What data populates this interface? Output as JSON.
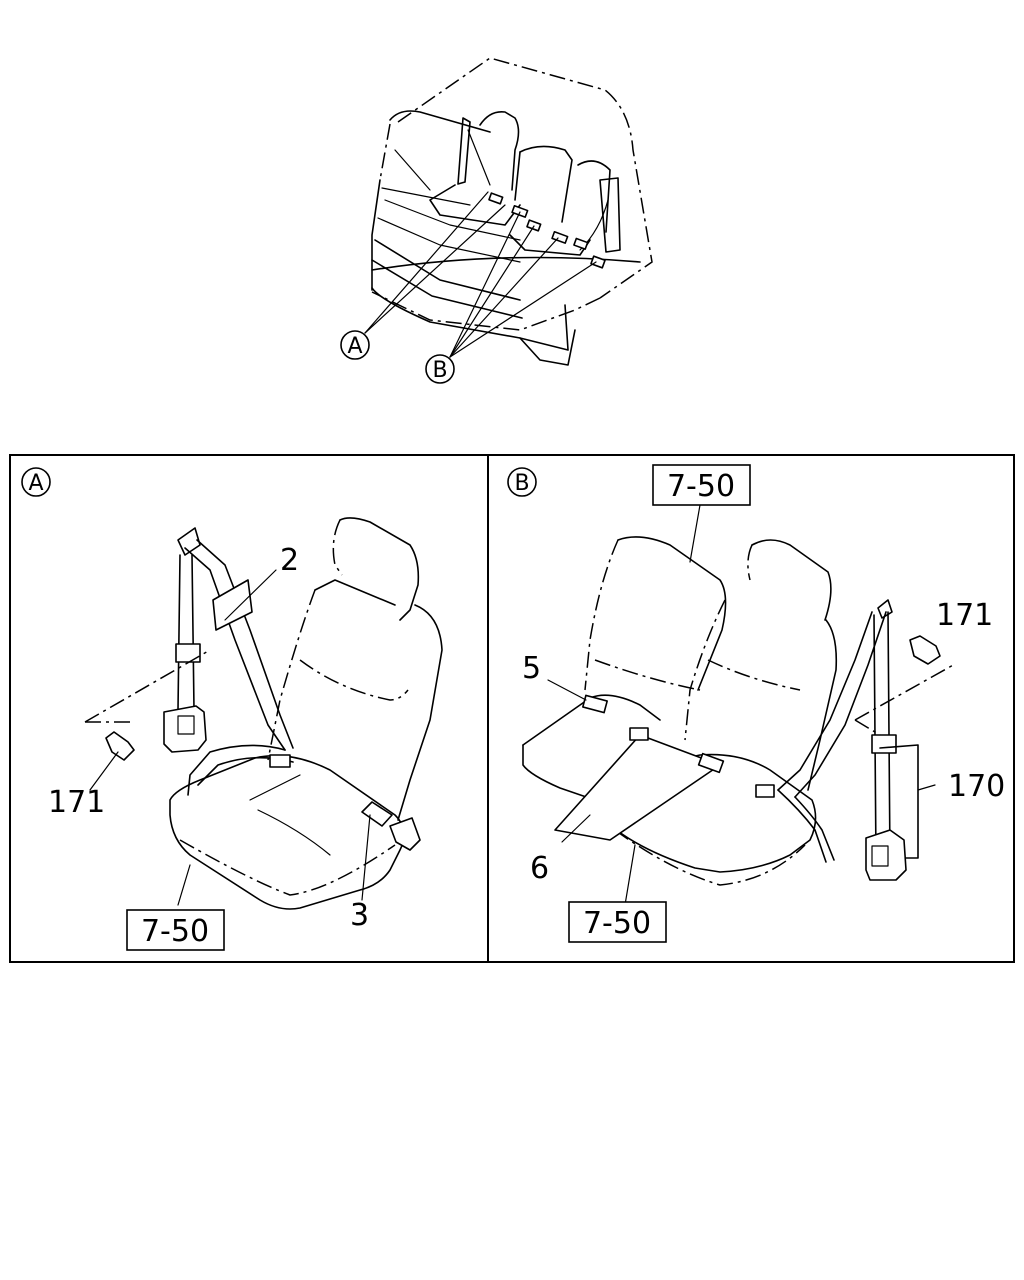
{
  "overview": {
    "callouts": [
      "A",
      "B"
    ]
  },
  "panel_a": {
    "tag": "A",
    "labels": {
      "belt": "2",
      "buckle": "3",
      "bolt": "171",
      "ref": "7-50"
    }
  },
  "panel_b": {
    "tag": "B",
    "labels": {
      "buckle_left": "5",
      "buckle_center": "6",
      "bolt": "171",
      "belt": "170",
      "ref_top": "7-50",
      "ref_bottom": "7-50"
    }
  }
}
